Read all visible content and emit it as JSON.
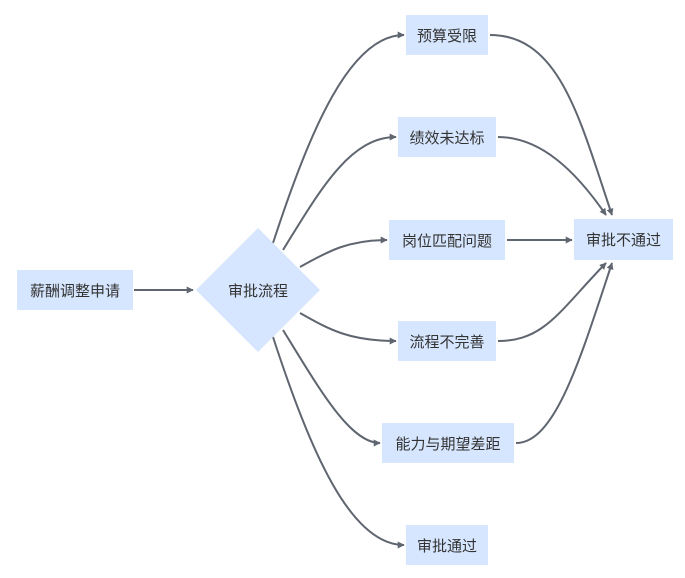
{
  "nodes": {
    "start": "薪酬调整申请",
    "decision": "审批流程",
    "budget": "预算受限",
    "performance": "绩效未达标",
    "position": "岗位匹配问题",
    "process": "流程不完善",
    "ability": "能力与期望差距",
    "approved": "审批通过",
    "rejected": "审批不通过"
  },
  "colors": {
    "node_fill": "#d6e6fe",
    "edge": "#5f6670",
    "text": "#333333"
  }
}
